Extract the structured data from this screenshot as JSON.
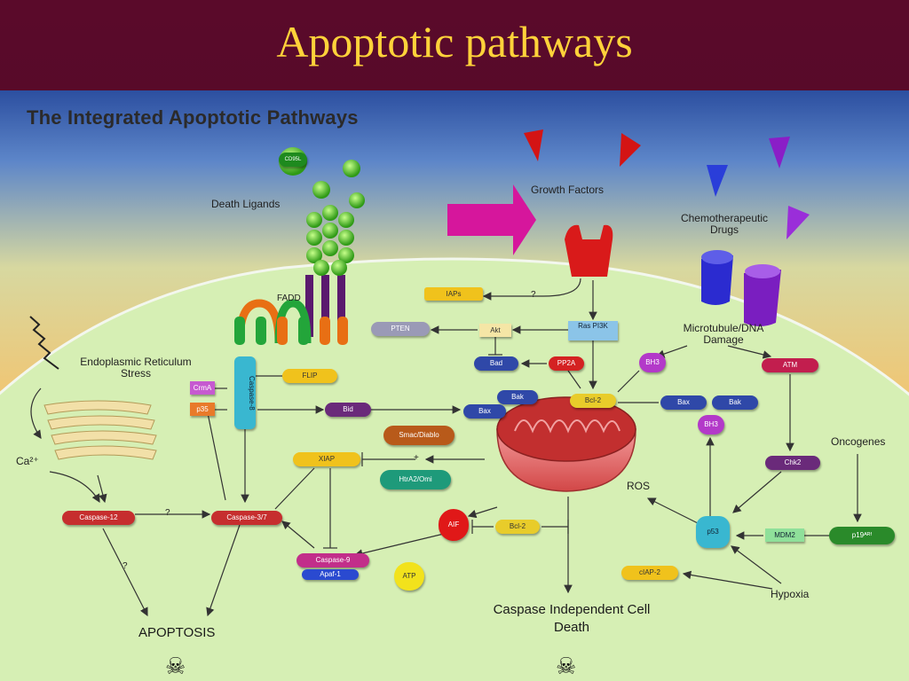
{
  "slide": {
    "title": "Apoptotic pathways"
  },
  "diagram": {
    "heading": "The Integrated Apoptotic Pathways",
    "labels": {
      "death_ligands": "Death Ligands",
      "growth_factors": "Growth Factors",
      "chemo": "Chemotherapeutic Drugs",
      "fadd": "FADD",
      "er_stress": "Endoplasmic Reticulum Stress",
      "ca": "Ca²⁺",
      "microtubule": "Microtubule/DNA Damage",
      "oncogenes": "Oncogenes",
      "ros": "ROS",
      "hypoxia": "Hypoxia",
      "apoptosis": "APOPTOSIS",
      "caspase_indep": "Caspase Independent Cell Death",
      "q1": "?",
      "q2": "?",
      "q3": "?",
      "plus": "+"
    },
    "nodes": {
      "cd95l": "CD95L",
      "iaps": "IAPs",
      "ras": "Ras PI3K",
      "akt": "Akt",
      "pten": "PTEN",
      "bad": "Bad",
      "pp2a": "PP2A",
      "bh3a": "BH3",
      "bh3b": "BH3",
      "atm": "ATM",
      "bcl2a": "Bcl-2",
      "bcl2b": "Bcl-2",
      "bak1": "Bak",
      "bax1": "Bax",
      "bax2": "Bax",
      "bak2": "Bak",
      "bid": "Bid",
      "flip": "FLIP",
      "casp8": "Caspase-8",
      "crma": "CrmA",
      "p35": "p35",
      "smac": "Smac/Diablo",
      "htra2": "HtrA2/Omi",
      "xiap": "XIAP",
      "chk2": "Chk2",
      "casp12": "Caspase-12",
      "casp37": "Caspase-3/7",
      "aif": "AIF",
      "casp9": "Caspase-9",
      "apaf1": "Apaf-1",
      "atp": "ATP",
      "p53": "p53",
      "mdm2": "MDM2",
      "p19": "p19ᴬᴿᶠ",
      "ciap2": "cIAP-2"
    },
    "icons": [
      "skull-icon",
      "arrow-highlight-icon",
      "lightning-icon",
      "mitochondrion-icon"
    ],
    "colors": {
      "title": "#ffd23a",
      "slide_bg": "#4a0824",
      "cell": "#d6efb4",
      "highlight_arrow": "#d6169c"
    }
  }
}
